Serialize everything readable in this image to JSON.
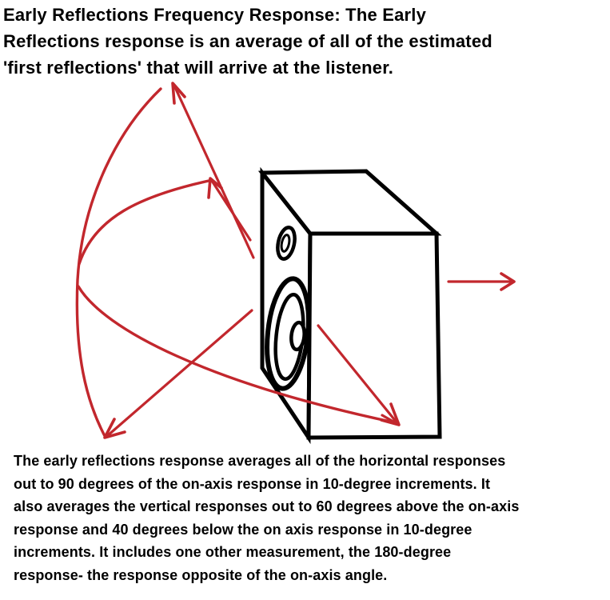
{
  "title": {
    "lines": [
      "Early Reflections Frequency Response: The Early",
      "Reflections response is an average of all of the estimated",
      "'first reflections' that will arrive at the listener."
    ]
  },
  "description": {
    "lines": [
      "The early reflections response averages all of the horizontal responses",
      "out to 90 degrees of the on-axis response in 10-degree increments. It",
      "also averages the vertical responses out to 60 degrees above the on-axis",
      "response and 40 degrees below the on axis response in 10-degree",
      "increments. It includes one other measurement, the 180-degree",
      "response- the response opposite of the on-axis angle."
    ]
  },
  "colors": {
    "arrow_red": "#C2272D",
    "line_black": "#000000",
    "text_black": "#000000",
    "background": "#FFFFFF"
  }
}
